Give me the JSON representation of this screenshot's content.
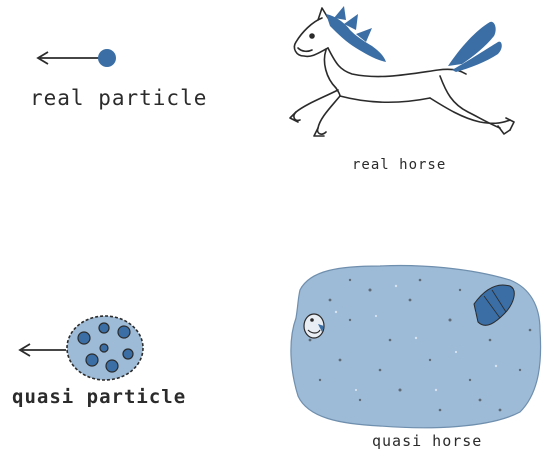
{
  "labels": {
    "real_particle": "real particle",
    "real_horse": "real horse",
    "quasi_particle": "quasi particle",
    "quasi_horse": "quasi horse"
  },
  "colors": {
    "accent_blue": "#3a6ea5",
    "cloud_blue": "#9dbad6",
    "ink": "#2b2b2b"
  },
  "icons": {
    "real_particle": "particle-dot-with-arrow",
    "real_horse": "galloping-horse-drawing",
    "quasi_particle": "particle-cluster-with-arrow",
    "quasi_horse": "horse-cloud-blob"
  }
}
